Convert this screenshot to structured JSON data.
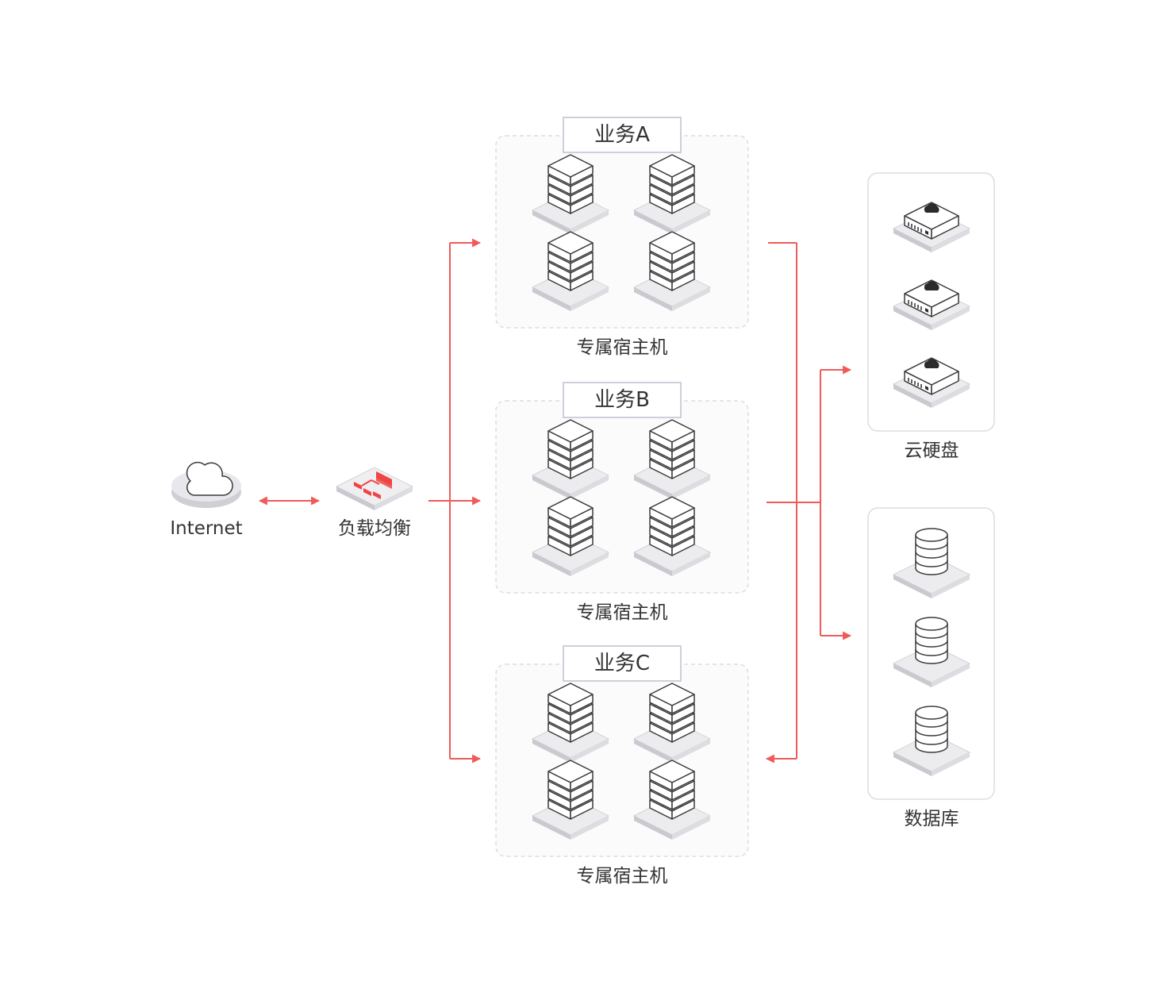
{
  "nodes": {
    "internet": {
      "label": "Internet"
    },
    "load_balancer": {
      "label": "负载均衡"
    },
    "cloud_disk": {
      "label": "云硬盘"
    },
    "database": {
      "label": "数据库"
    }
  },
  "groups": [
    {
      "title": "业务A",
      "caption": "专属宿主机"
    },
    {
      "title": "业务B",
      "caption": "专属宿主机"
    },
    {
      "title": "业务C",
      "caption": "专属宿主机"
    }
  ],
  "colors": {
    "arrow": "#f05a5a",
    "group_border": "#dadde4",
    "group_fill": "#fbfbfc",
    "accent": "#f04444"
  },
  "icons": {
    "internet": "cloud-icon",
    "load_balancer": "load-balancer-icon",
    "host": "server-stack-icon",
    "cloud_disk": "cloud-disk-icon",
    "database": "database-icon"
  }
}
